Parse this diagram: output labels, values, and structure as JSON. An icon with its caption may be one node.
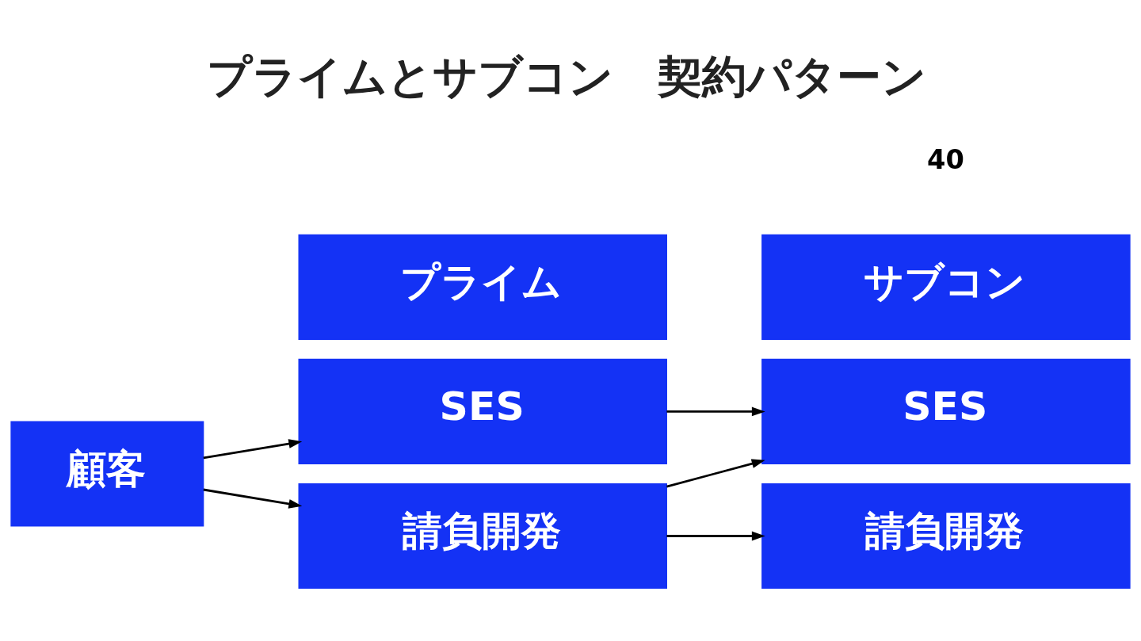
{
  "diagram": {
    "title": "プライムとサブコン　契約パターン",
    "nodes": [
      {
        "text": [
          "顧客"
        ]
      },
      {
        "text": [
          "プライム"
        ]
      },
      {
        "text": [
          "SES"
        ]
      },
      {
        "text": [
          "請負開発"
        ]
      },
      {
        "text": [
          "サブコン"
        ]
      },
      {
        "text": [
          "SES"
        ]
      },
      {
        "text": [
          "請負開発"
        ]
      }
    ],
    "edges": [
      {
        "from": 0,
        "to": 2,
        "arrow": "to"
      },
      {
        "from": 0,
        "to": 3,
        "arrow": "to"
      },
      {
        "from": 2,
        "to": 5,
        "arrow": "to"
      },
      {
        "from": 3,
        "to": 5,
        "arrow": "to"
      },
      {
        "from": 3,
        "to": 6,
        "arrow": "to"
      }
    ],
    "labels": [
      "40"
    ]
  }
}
